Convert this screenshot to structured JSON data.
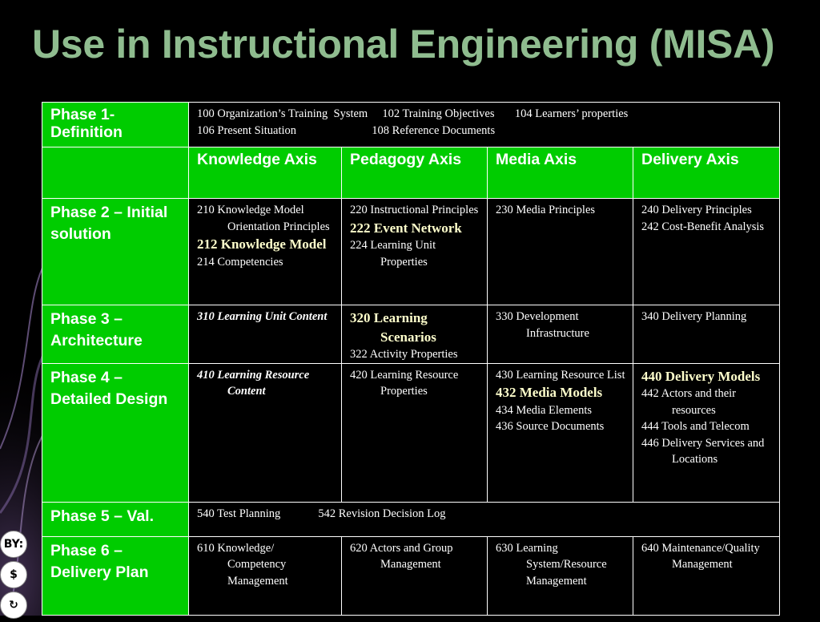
{
  "title": "Use in Instructional Engineering (MISA)",
  "rows": [
    {
      "phase": " Phase 1- Definition",
      "merged_lines": [
        "100 Organization’s Training  System     102 Training Objectives       104 Learners’ properties",
        "106 Present Situation                          108 Reference Documents"
      ]
    },
    {
      "phase": "",
      "axes": [
        "Knowledge Axis",
        "Pedagogy Axis",
        "Media Axis",
        "Delivery Axis"
      ]
    },
    {
      "phase": "Phase 2 – Initial solution",
      "cells": [
        [
          {
            "t": "210 Knowledge Model Orientation Principles",
            "s": "n"
          },
          {
            "t": "212 Knowledge Model",
            "s": "hl"
          },
          {
            "t": "214 Competencies",
            "s": "n"
          }
        ],
        [
          {
            "t": "220 Instructional Principles",
            "s": "n"
          },
          {
            "t": "222 Event Network",
            "s": "hl"
          },
          {
            "t": "224 Learning Unit Properties",
            "s": "n"
          }
        ],
        [
          {
            "t": "230 Media Principles",
            "s": "n"
          }
        ],
        [
          {
            "t": "240 Delivery Principles",
            "s": "n"
          },
          {
            "t": "242 Cost-Benefit Analysis",
            "s": "n"
          }
        ]
      ]
    },
    {
      "phase": "Phase 3 – Architecture",
      "cells": [
        [
          {
            "t": "310 Learning Unit Content",
            "s": "em"
          }
        ],
        [
          {
            "t": "320 Learning Scenarios",
            "s": "hl"
          },
          {
            "t": "322 Activity Properties",
            "s": "n"
          }
        ],
        [
          {
            "t": "330 Development Infrastructure",
            "s": "n"
          }
        ],
        [
          {
            "t": "340 Delivery Planning",
            "s": "n"
          }
        ]
      ]
    },
    {
      "phase": "Phase 4 – Detailed Design",
      "cells": [
        [
          {
            "t": "410 Learning Resource Content",
            "s": "em"
          }
        ],
        [
          {
            "t": "420 Learning Resource Properties",
            "s": "n"
          }
        ],
        [
          {
            "t": "430 Learning Resource List",
            "s": "n"
          },
          {
            "t": "432 Media Models",
            "s": "hl"
          },
          {
            "t": "434 Media Elements",
            "s": "n"
          },
          {
            "t": "436 Source Documents",
            "s": "n"
          }
        ],
        [
          {
            "t": "440 Delivery Models",
            "s": "hl"
          },
          {
            "t": "442 Actors and their resources",
            "s": "n"
          },
          {
            "t": "444 Tools and Telecom",
            "s": "n"
          },
          {
            "t": "446 Delivery Services and Locations",
            "s": "n"
          }
        ]
      ]
    },
    {
      "phase": "Phase 5 – Val.",
      "merged_lines": [
        "540 Test Planning             542 Revision Decision Log"
      ]
    },
    {
      "phase": "Phase 6 – Delivery Plan",
      "cells": [
        [
          {
            "t": "610 Knowledge/ Competency Management",
            "s": "n"
          }
        ],
        [
          {
            "t": "620 Actors and Group Management",
            "s": "n"
          }
        ],
        [
          {
            "t": "630 Learning System/Resource Management",
            "s": "n"
          }
        ],
        [
          {
            "t": "640 Maintenance/Quality Management",
            "s": "n"
          }
        ]
      ]
    }
  ],
  "license_icons": [
    {
      "name": "cc-by-icon",
      "label": "BY:"
    },
    {
      "name": "cc-nc-icon",
      "label": "$"
    },
    {
      "name": "cc-sa-icon",
      "label": "↻"
    }
  ],
  "colors": {
    "title": "#8fbc8f",
    "phase_bg": "#00cc00",
    "background": "#000000",
    "highlight_text": "#ffffcc"
  }
}
